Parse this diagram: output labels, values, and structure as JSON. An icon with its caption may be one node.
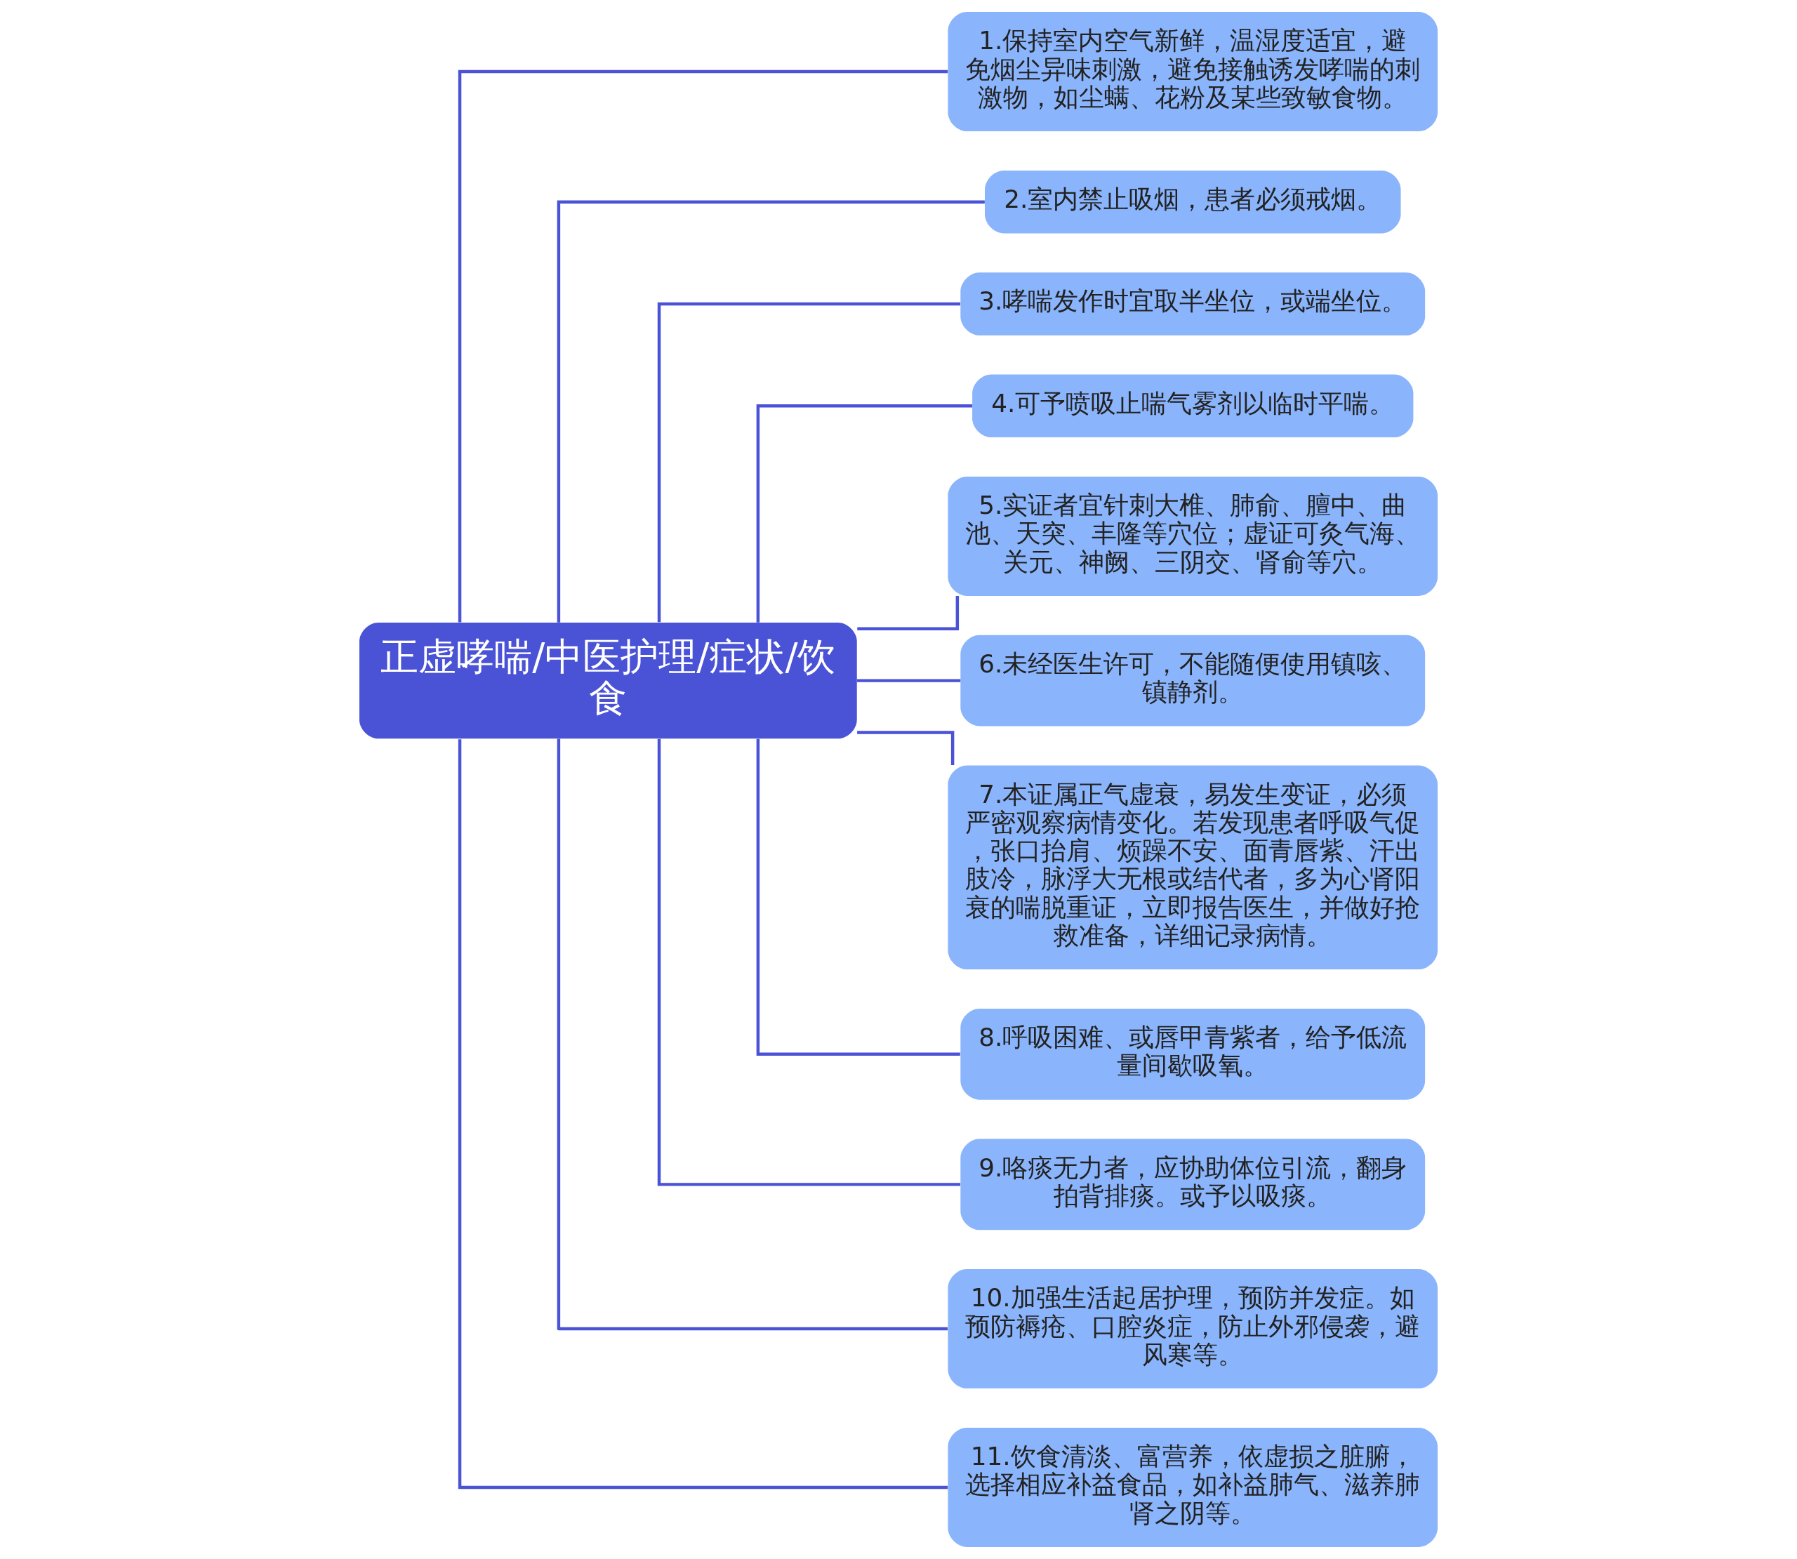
{
  "diagram": {
    "nodes": [
      {
        "text": [
          "正虚哮喘/中医护理/症状/饮食"
        ]
      },
      {
        "text": [
          "1.保持室内空气新鲜，温湿度适宜，避免烟尘异味刺激，避免接触诱发哮喘的刺激物，如尘螨、花粉及某些致敏食物。"
        ]
      },
      {
        "text": [
          "2.室内禁止吸烟，患者必须戒烟。"
        ]
      },
      {
        "text": [
          "3.哮喘发作时宜取半坐位，或端坐位。"
        ]
      },
      {
        "text": [
          "4.可予喷吸止喘气雾剂以临时平喘。"
        ]
      },
      {
        "text": [
          "5.实证者宜针刺大椎、肺俞、膻中、曲池、天突、丰隆等穴位；虚证可灸气海、关元、神阙、三阴交、肾俞等穴。"
        ]
      },
      {
        "text": [
          "6.未经医生许可，不能随便使用镇咳、镇静剂。"
        ]
      },
      {
        "text": [
          "7.本证属正气虚衰，易发生变证，必须严密观察病情变化。若发现患者呼吸气促，张口抬肩、烦躁不安、面青唇紫、汗出肢冷，脉浮大无根或结代者，多为心肾阳衰的喘脱重证，立即报告医生，并做好抢救准备，详细记录病情。"
        ]
      },
      {
        "text": [
          "8.呼吸困难、或唇甲青紫者，给予低流量间歇吸氧。"
        ]
      },
      {
        "text": [
          "9.咯痰无力者，应协助体位引流，翻身拍背排痰。或予以吸痰。"
        ]
      },
      {
        "text": [
          "10.加强生活起居护理，预防并发症。如预防褥疮、口腔炎症，防止外邪侵袭，避风寒等。"
        ]
      },
      {
        "text": [
          "11.饮食清淡、富营养，依虚损之脏腑，选择相应补益食品，如补益肺气、滋养肺肾之阴等。"
        ]
      }
    ],
    "edges": [
      {
        "from": 0,
        "to": 1,
        "arrow": "none"
      },
      {
        "from": 0,
        "to": 2,
        "arrow": "none"
      },
      {
        "from": 0,
        "to": 3,
        "arrow": "none"
      },
      {
        "from": 0,
        "to": 4,
        "arrow": "none"
      },
      {
        "from": 0,
        "to": 5,
        "arrow": "none"
      },
      {
        "from": 0,
        "to": 6,
        "arrow": "none"
      },
      {
        "from": 0,
        "to": 7,
        "arrow": "none"
      },
      {
        "from": 0,
        "to": 8,
        "arrow": "none"
      },
      {
        "from": 0,
        "to": 9,
        "arrow": "none"
      },
      {
        "from": 0,
        "to": 10,
        "arrow": "none"
      },
      {
        "from": 0,
        "to": 11,
        "arrow": "none"
      }
    ]
  }
}
